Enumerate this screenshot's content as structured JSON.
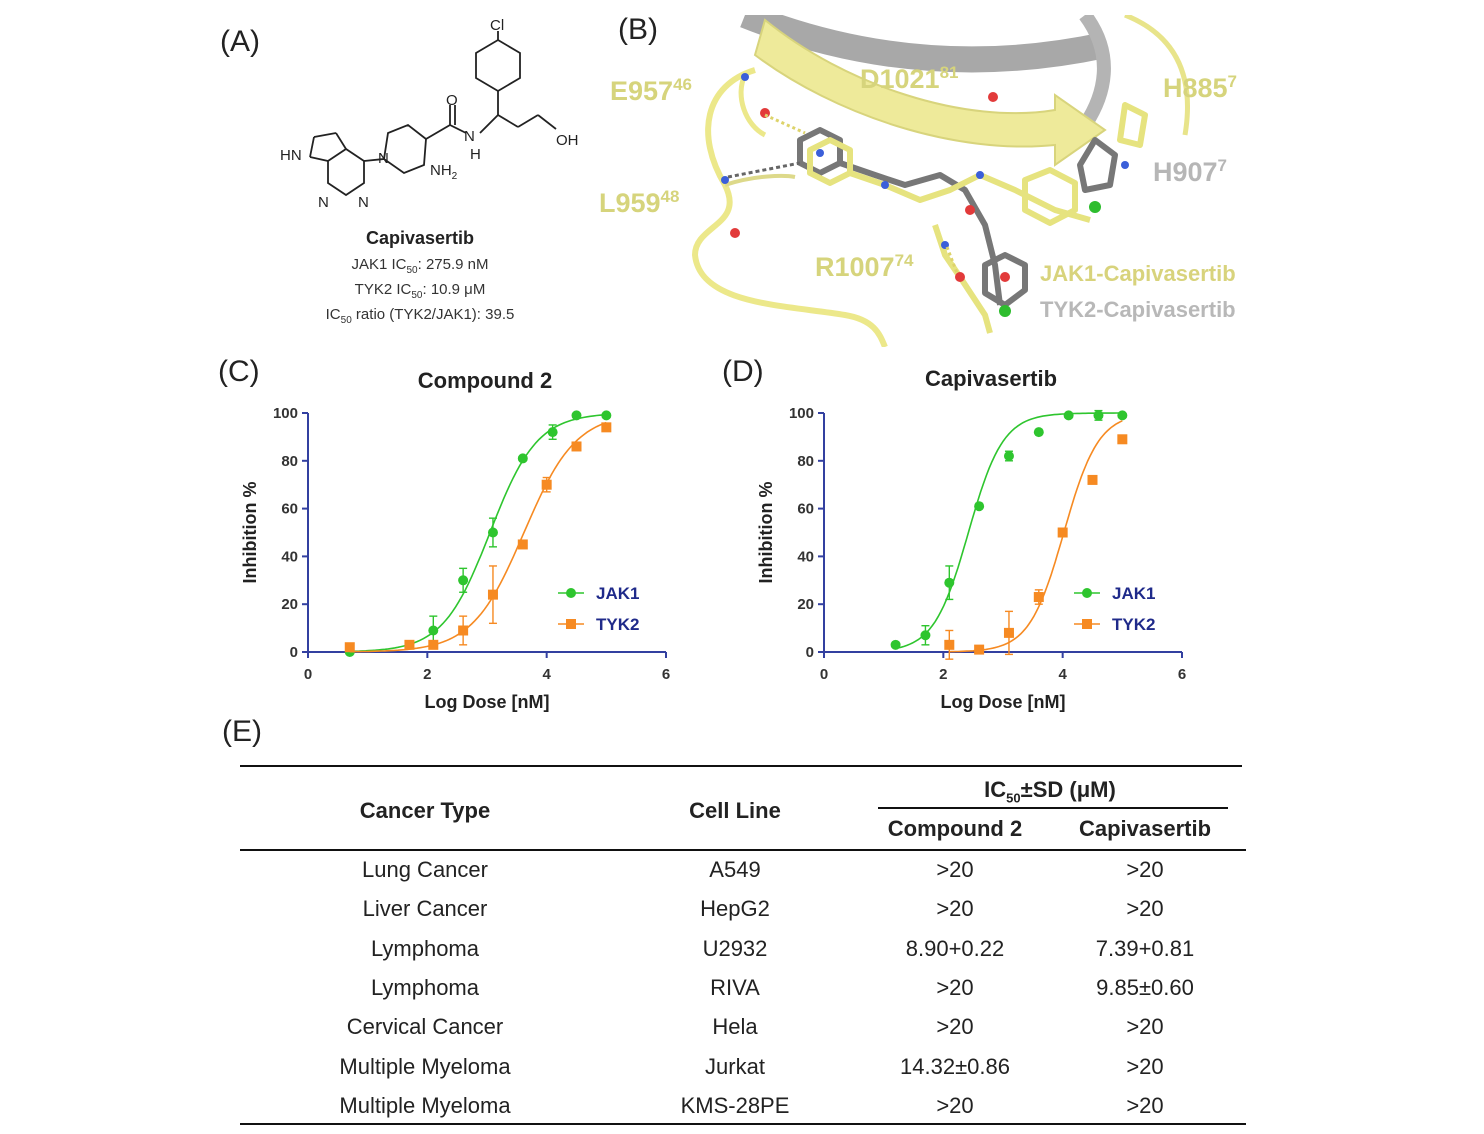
{
  "panels": {
    "a": "(A)",
    "b": "(B)",
    "c": "(C)",
    "d": "(D)",
    "e": "(E)"
  },
  "panel_a": {
    "atoms": {
      "cl": "Cl",
      "o": "O",
      "hn": "HN",
      "n": "N",
      "nh2": "NH",
      "nh2_sub": "2",
      "nh_n": "N",
      "nh_h": "H",
      "oh": "OH",
      "n_left": "N",
      "n_right": "N"
    },
    "compound_name": "Capivasertib",
    "jak1_prefix": "JAK1 IC",
    "jak1_sub": "50",
    "jak1_value": ": 275.9 nM",
    "tyk2_prefix": "TYK2 IC",
    "tyk2_sub": "50",
    "tyk2_value": ": 10.9 μM",
    "ratio_prefix": "IC",
    "ratio_sub": "50",
    "ratio_value": " ratio (TYK2/JAK1): 39.5"
  },
  "panel_b": {
    "residues": {
      "e957": "E957",
      "e957_sup": "46",
      "d1021": "D1021",
      "d1021_sup": "81",
      "h885": "H885",
      "h885_sup": "7",
      "h907": "H907",
      "h907_sup": "7",
      "l959": "L959",
      "l959_sup": "48",
      "r1007": "R1007",
      "r1007_sup": "74"
    },
    "legend_jak1": "JAK1-Capivasertib",
    "legend_tyk2": "TYK2-Capivasertib",
    "colors": {
      "jak1": "#e6e37f",
      "tyk2": "#9a9a9a"
    }
  },
  "chart_data": [
    {
      "type": "scatter",
      "title": "Compound 2",
      "xlabel": "Log Dose [nM]",
      "ylabel": "Inhibition %",
      "xlim": [
        0,
        6
      ],
      "ylim": [
        0,
        100
      ],
      "xticks": [
        0,
        2,
        4,
        6
      ],
      "yticks": [
        0,
        20,
        40,
        60,
        80,
        100
      ],
      "grid": false,
      "legend_position": "right",
      "series": [
        {
          "name": "JAK1",
          "color": "#2ec52e",
          "marker": "circle",
          "x": [
            0.7,
            2.1,
            2.6,
            3.1,
            3.6,
            4.1,
            4.5,
            5.0
          ],
          "y": [
            0,
            9,
            30,
            50,
            81,
            92,
            99,
            99
          ],
          "err": [
            1,
            6,
            5,
            6,
            1,
            3,
            1,
            1
          ],
          "fit": {
            "ec50": 3.05,
            "slope": 1.1
          }
        },
        {
          "name": "TYK2",
          "color": "#f68a22",
          "marker": "square",
          "x": [
            0.7,
            1.7,
            2.1,
            2.6,
            3.1,
            3.6,
            4.0,
            4.5,
            5.0
          ],
          "y": [
            2,
            3,
            3,
            9,
            24,
            45,
            70,
            86,
            94
          ],
          "err": [
            1,
            1,
            1,
            6,
            12,
            1,
            3,
            1,
            1
          ],
          "fit": {
            "ec50": 3.62,
            "slope": 1.0
          }
        }
      ]
    },
    {
      "type": "scatter",
      "title": "Capivasertib",
      "xlabel": "Log Dose [nM]",
      "ylabel": "Inhibition %",
      "xlim": [
        0,
        6
      ],
      "ylim": [
        0,
        100
      ],
      "xticks": [
        0,
        2,
        4,
        6
      ],
      "yticks": [
        0,
        20,
        40,
        60,
        80,
        100
      ],
      "grid": false,
      "legend_position": "right",
      "series": [
        {
          "name": "JAK1",
          "color": "#2ec52e",
          "marker": "circle",
          "x": [
            1.2,
            1.7,
            2.1,
            2.6,
            3.1,
            3.6,
            4.1,
            4.6,
            5.0
          ],
          "y": [
            3,
            7,
            29,
            61,
            82,
            92,
            99,
            99,
            99
          ],
          "err": [
            1,
            4,
            7,
            1,
            2,
            1,
            1,
            2,
            1
          ],
          "fit": {
            "ec50": 2.42,
            "slope": 1.5
          }
        },
        {
          "name": "TYK2",
          "color": "#f68a22",
          "marker": "square",
          "x": [
            2.1,
            2.6,
            3.1,
            3.6,
            4.0,
            4.5,
            5.0
          ],
          "y": [
            3,
            1,
            8,
            23,
            50,
            72,
            89
          ],
          "err": [
            6,
            1,
            9,
            3,
            1,
            1,
            1
          ],
          "fit": {
            "ec50": 4.02,
            "slope": 1.5
          }
        }
      ]
    }
  ],
  "table": {
    "headers": {
      "cancer_type": "Cancer Type",
      "cell_line": "Cell Line",
      "ic50_prefix": "IC",
      "ic50_sub": "50",
      "ic50_suffix": "±SD (μM)",
      "compound2": "Compound 2",
      "capivasertib": "Capivasertib"
    },
    "rows": [
      [
        "Lung Cancer",
        "A549",
        ">20",
        ">20"
      ],
      [
        "Liver Cancer",
        "HepG2",
        ">20",
        ">20"
      ],
      [
        "Lymphoma",
        "U2932",
        "8.90+0.22",
        "7.39+0.81"
      ],
      [
        "Lymphoma",
        "RIVA",
        ">20",
        "9.85±0.60"
      ],
      [
        "Cervical Cancer",
        "Hela",
        ">20",
        ">20"
      ],
      [
        "Multiple Myeloma",
        "Jurkat",
        "14.32±0.86",
        ">20"
      ],
      [
        "Multiple Myeloma",
        "KMS-28PE",
        ">20",
        ">20"
      ]
    ]
  }
}
